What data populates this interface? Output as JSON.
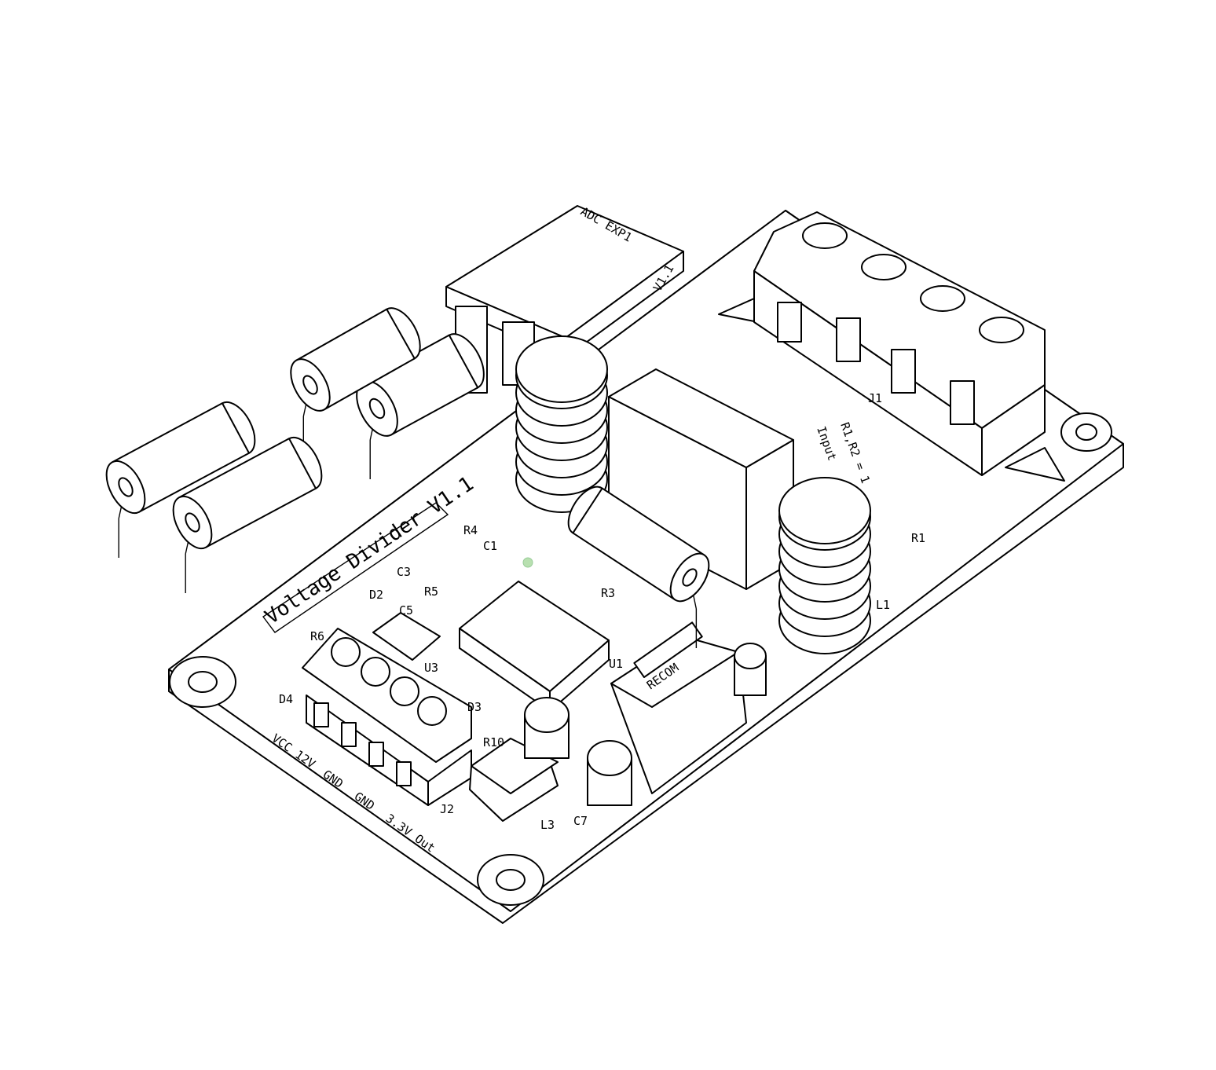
{
  "board": {
    "title": "Voltage Divider V1.1",
    "led_color": "#b8e0b0",
    "module": {
      "title": "ADC EXP1",
      "version": "V1.1"
    },
    "converter_brand": "RECOM",
    "input_note": [
      "Input",
      "R1,R2 = 1"
    ],
    "terminal_labels": [
      "VCC 12V",
      "GND",
      "GND",
      "3.3V Out"
    ],
    "refdes": {
      "r1": "R1",
      "r3": "R3",
      "r4": "R4",
      "r5": "R5",
      "r6": "R6",
      "r10": "R10",
      "c1": "C1",
      "c3": "C3",
      "c5": "C5",
      "c7": "C7",
      "d2": "D2",
      "d3": "D3",
      "d4": "D4",
      "u1": "U1",
      "u3": "U3",
      "j1": "J1",
      "j2": "J2",
      "l1": "L1",
      "l3": "L3"
    }
  }
}
